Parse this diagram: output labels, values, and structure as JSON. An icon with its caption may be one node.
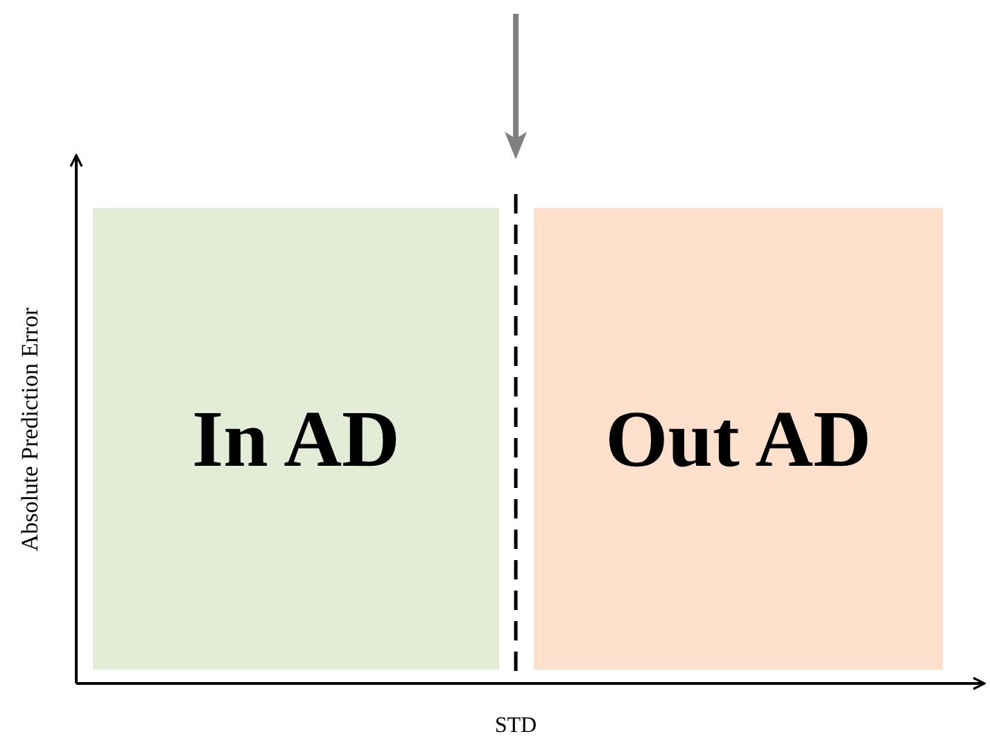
{
  "diagram": {
    "nodes": [
      {
        "text": [
          "In AD"
        ]
      },
      {
        "text": [
          "Out AD"
        ]
      }
    ],
    "labels": [
      "Absolute Prediction Error",
      "STD"
    ]
  }
}
